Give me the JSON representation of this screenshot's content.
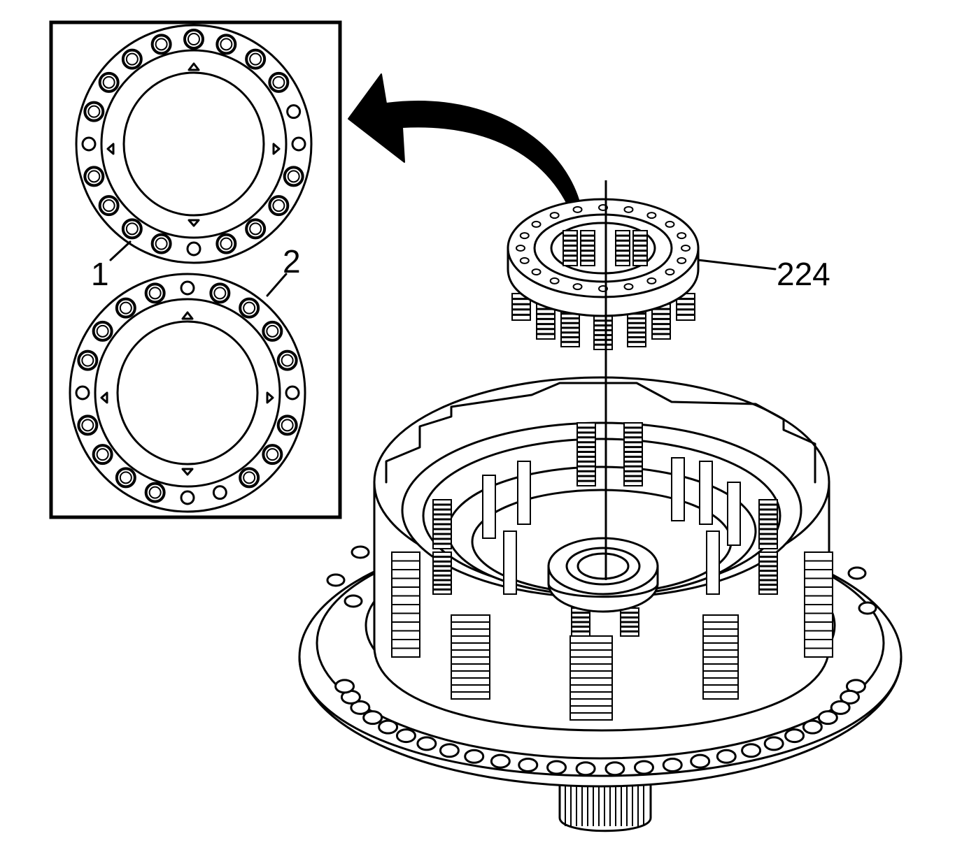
{
  "labels": {
    "ring_1": "1",
    "ring_2": "2",
    "spring_assembly": "224"
  },
  "colors": {
    "ink": "#000000",
    "paper": "#ffffff"
  }
}
